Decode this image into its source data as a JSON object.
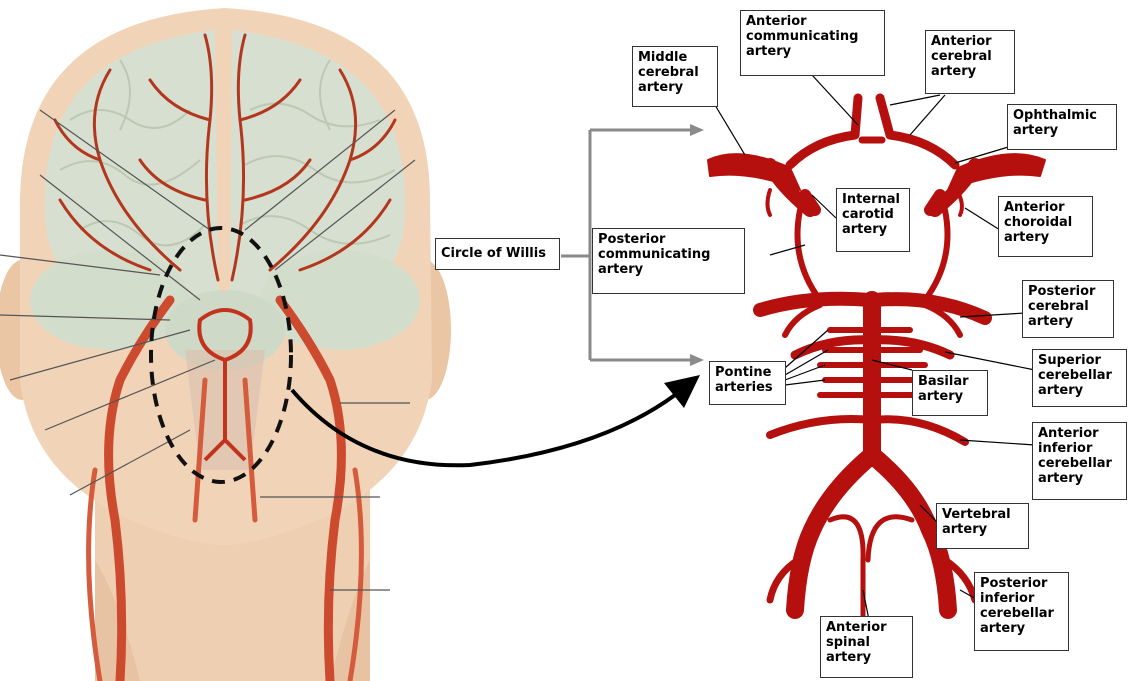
{
  "title": "Circle of Willis",
  "colors": {
    "artery": "#b5100e",
    "artery_light": "#c93a2c",
    "skin": "#f1d4b8",
    "brain": "#d9e2d2",
    "bracket": "#8a8a8a"
  },
  "labels": {
    "circle": [
      "Circle of Willis"
    ],
    "middle_cerebral": [
      "Middle",
      "cerebral",
      "artery"
    ],
    "anterior_communicating": [
      "Anterior",
      "communicating",
      "artery"
    ],
    "anterior_cerebral": [
      "Anterior",
      "cerebral",
      "artery"
    ],
    "ophthalmic": [
      "Ophthalmic",
      "artery"
    ],
    "internal_carotid": [
      "Internal",
      "carotid",
      "artery"
    ],
    "anterior_choroidal": [
      "Anterior",
      "choroidal",
      "artery"
    ],
    "posterior_communicating": [
      "Posterior",
      "communicating",
      "artery"
    ],
    "posterior_cerebral": [
      "Posterior",
      "cerebral",
      "artery"
    ],
    "pontine": [
      "Pontine",
      "arteries"
    ],
    "basilar": [
      "Basilar",
      "artery"
    ],
    "superior_cerebellar": [
      "Superior",
      "cerebellar",
      "artery"
    ],
    "anterior_inferior_cerebellar": [
      "Anterior",
      "inferior",
      "cerebellar",
      "artery"
    ],
    "vertebral": [
      "Vertebral",
      "artery"
    ],
    "posterior_inferior_cerebellar": [
      "Posterior",
      "inferior",
      "cerebellar",
      "artery"
    ],
    "anterior_spinal": [
      "Anterior",
      "spinal",
      "artery"
    ]
  }
}
